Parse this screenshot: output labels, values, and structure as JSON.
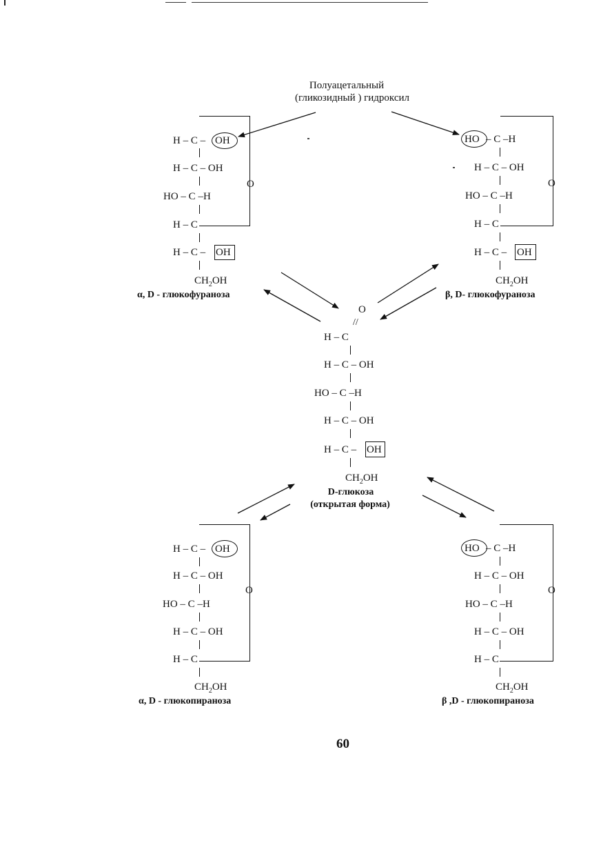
{
  "header": {
    "title_line1": "Полуацетальный",
    "title_line2": "(гликозидный ) гидроксил"
  },
  "atoms": {
    "H": "H",
    "C": "C",
    "O": "O",
    "OH": "OH",
    "HO": "HO",
    "dash": "–",
    "dbl": "//",
    "ch2oh_prefix": "CH",
    "ch2oh_sub": "2",
    "ch2oh_suffix": "OH"
  },
  "structures": {
    "alpha_furanose": {
      "label": "α, D - глюкофураноза"
    },
    "beta_furanose": {
      "label": "β, D- глюкофураноза"
    },
    "open_chain": {
      "label_line1": "D-глюкоза",
      "label_line2": "(открытая форма)"
    },
    "alpha_pyranose": {
      "label": "α, D - глюкопираноза"
    },
    "beta_pyranose": {
      "label": "β ,D - глюкопираноза"
    }
  },
  "page_number": "60"
}
